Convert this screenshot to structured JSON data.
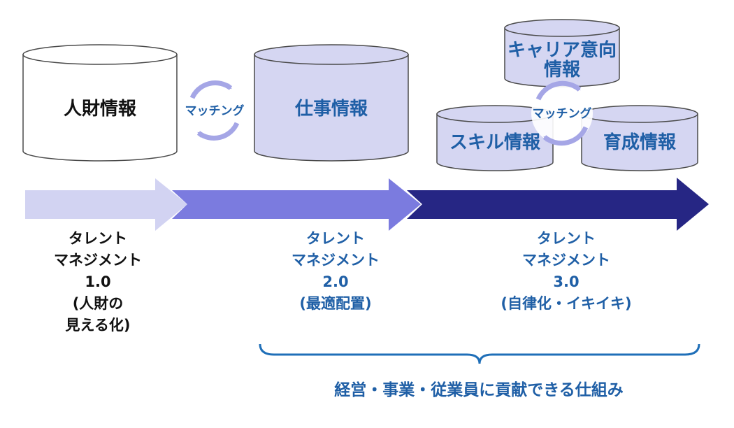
{
  "colors": {
    "stage1_arrow": "#d2d3f2",
    "stage2_arrow": "#7b7bdf",
    "stage3_arrow": "#262684",
    "cylinder_fill": "#d5d6f2",
    "cylinder_stroke": "#4a4a4a",
    "accent_text": "#1f5fa6",
    "dark_text": "#111111"
  },
  "cylinders": {
    "jinzai": "人財情報",
    "shigoto": "仕事情報",
    "career_line1": "キャリア意向",
    "career_line2": "情報",
    "skill": "スキル情報",
    "ikusei": "育成情報"
  },
  "matching": {
    "left": "マッチング",
    "right": "マッチング"
  },
  "stages": {
    "s1": {
      "line1": "タレント",
      "line2": "マネジメント",
      "line3": "1.0",
      "line4": "(人財の",
      "line5": "見える化)"
    },
    "s2": {
      "line1": "タレント",
      "line2": "マネジメント",
      "line3": "2.0",
      "line4": "(最適配置)"
    },
    "s3": {
      "line1": "タレント",
      "line2": "マネジメント",
      "line3": "3.0",
      "line4": "(自律化・イキイキ)"
    }
  },
  "bottom_caption": "経営・事業・従業員に貢献できる仕組み"
}
